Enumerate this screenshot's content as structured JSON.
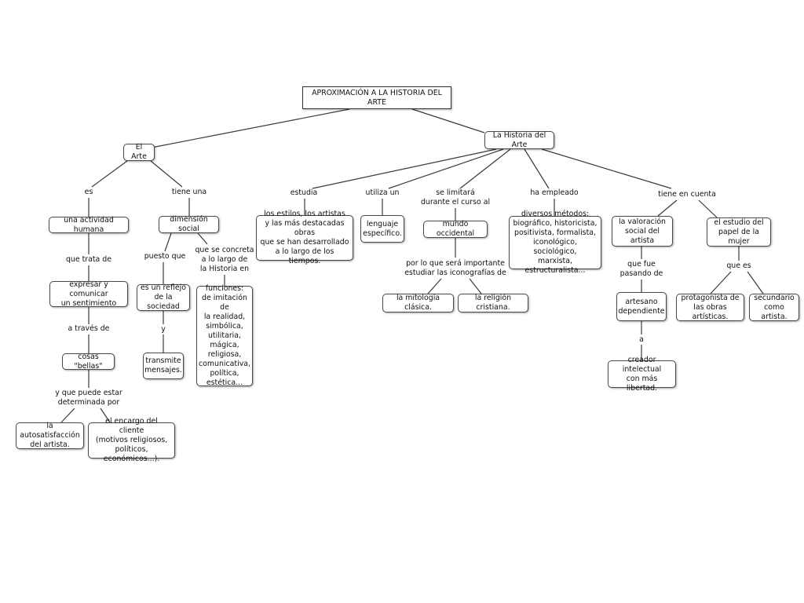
{
  "nodes": {
    "root": "APROXIMACIÓN A LA HISTORIA DEL ARTE",
    "el_arte": "El Arte",
    "la_historia": "La Historia del Arte",
    "actividad": "una actividad humana",
    "dimension": "dimensión social",
    "expresar": "expresar y comunicar\nun sentimiento",
    "reflejo": "es un reflejo\nde la sociedad",
    "funciones": "funciones:\nde imitación de\nla realidad,\nsimbólica,\nutilitaria,\nmágica,\nreligiosa,\ncomunicativa,\npolítica,\nestética...",
    "cosas": "cosas \"bellas\"",
    "transmite": "transmite\nmensajes.",
    "autosatisfaccion": "la autosatisfacción\ndel artista.",
    "encargo": "el encargo del cliente\n(motivos religiosos,\npolíticos, económicos...).",
    "estilos": "los estilos, los artistas\ny las más destacadas obras\nque se han desarrollado\na lo largo de los tiempos.",
    "lenguaje": "lenguaje\nespecífico.",
    "mundo": "mundo occidental",
    "mitologia": "la mitología clásica.",
    "religion": "la religión cristiana.",
    "metodos": "diversos métodos:\nbiográfico, historicista,\npositivista, formalista,\niconológico, sociológico,\nmarxista, estructuralista...",
    "valoracion": "la valoración\nsocial del artista",
    "estudio_mujer": "el estudio del\npapel de la mujer",
    "artesano": "artesano\ndependiente",
    "creador": "creador intelectual\ncon más libertad.",
    "protagonista": "protagonista de\nlas obras artísticas.",
    "secundario": "secundario\ncomo artista."
  },
  "links": {
    "es": "es",
    "tiene_una": "tiene una",
    "que_trata": "que trata de",
    "puesto_que": "puesto que",
    "concreta": "que se concreta\na lo largo de\nla Historia en",
    "a_traves": "a través de",
    "y": "y",
    "puede_estar": "y que puede estar\ndeterminada por",
    "estudia": "estudia",
    "utiliza": "utiliza un",
    "limitara": "se limitará\ndurante el curso al",
    "importante": "por lo que será importante\nestudiar las iconografías de",
    "empleado": "ha empleado",
    "tiene_cuenta": "tiene en cuenta",
    "que_fue": "que fue\npasando de",
    "a": "a",
    "que_es": "que es"
  }
}
